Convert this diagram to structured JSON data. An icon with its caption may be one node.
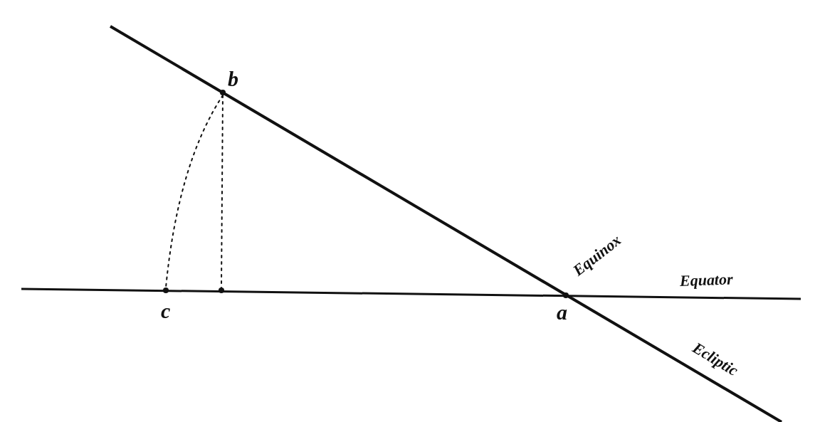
{
  "diagram": {
    "nodes": [
      {
        "text": [
          "b"
        ]
      },
      {
        "text": [
          "c"
        ]
      },
      {
        "text": [],
        "shape": "circle"
      },
      {
        "text": [
          "a"
        ]
      }
    ],
    "edges": [
      {
        "from": 0,
        "to": 1,
        "arrow": "none",
        "style": "dashed"
      },
      {
        "from": 0,
        "to": 2,
        "arrow": "none",
        "style": "dashed"
      }
    ],
    "labels": [
      "Equinox",
      "Equator",
      "Ecliptic"
    ]
  }
}
